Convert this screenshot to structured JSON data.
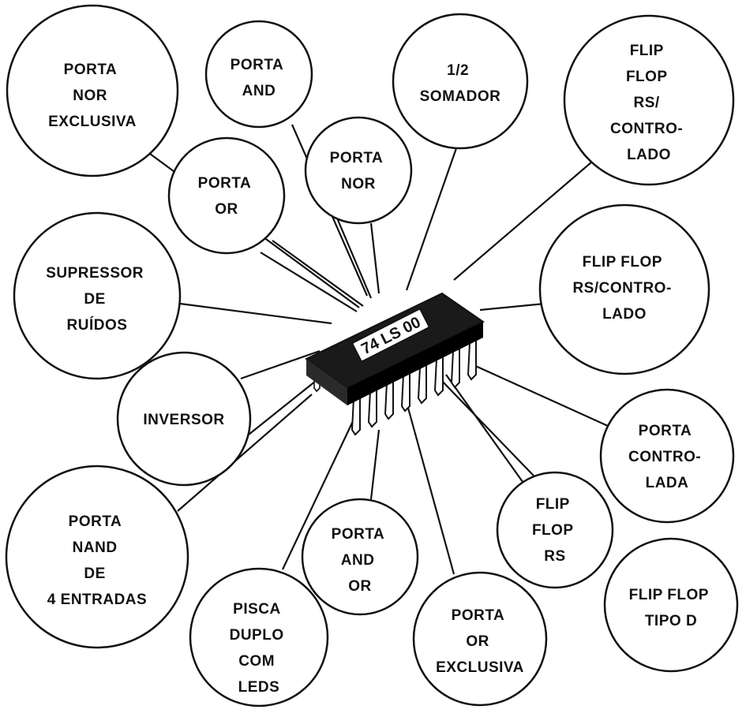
{
  "diagram": {
    "center_chip": {
      "label": "74 LS 00"
    },
    "nodes": [
      {
        "id": "porta-nor-exclusiva",
        "lines": [
          "PORTA",
          "NOR",
          "EXCLUSIVA"
        ]
      },
      {
        "id": "porta-and-top",
        "lines": [
          "PORTA",
          "AND"
        ]
      },
      {
        "id": "meio-somador",
        "lines": [
          "1/2",
          "SOMADOR"
        ]
      },
      {
        "id": "flip-flop-rs-controlado-top",
        "lines": [
          "FLIP",
          "FLOP",
          "RS/",
          "CONTRO-",
          "LADO"
        ]
      },
      {
        "id": "porta-or",
        "lines": [
          "PORTA",
          "OR"
        ]
      },
      {
        "id": "porta-nor",
        "lines": [
          "PORTA",
          "NOR"
        ]
      },
      {
        "id": "supressor-de-ruidos",
        "lines": [
          "SUPRESSOR",
          "DE",
          "RUÍDOS"
        ]
      },
      {
        "id": "flip-flop-rs-controlado",
        "lines": [
          "FLIP FLOP",
          "RS/CONTRO-",
          "LADO"
        ]
      },
      {
        "id": "inversor",
        "lines": [
          "INVERSOR"
        ]
      },
      {
        "id": "porta-controlada",
        "lines": [
          "PORTA",
          "CONTRO-",
          "LADA"
        ]
      },
      {
        "id": "porta-nand-4-entradas",
        "lines": [
          "PORTA",
          "NAND",
          "DE",
          "4 ENTRADAS"
        ]
      },
      {
        "id": "porta-and-or",
        "lines": [
          "PORTA",
          "AND",
          "OR"
        ]
      },
      {
        "id": "flip-flop-rs",
        "lines": [
          "FLIP",
          "FLOP",
          "RS"
        ]
      },
      {
        "id": "flip-flop-tipo-d",
        "lines": [
          "FLIP FLOP",
          "TIPO D"
        ]
      },
      {
        "id": "pisca-duplo-com-leds",
        "lines": [
          "PISCA",
          "DUPLO",
          "COM",
          "LEDS"
        ]
      },
      {
        "id": "porta-or-exclusiva",
        "lines": [
          "PORTA",
          "OR",
          "EXCLUSIVA"
        ]
      }
    ],
    "colors": {
      "ink": "#111111",
      "paper": "#ffffff"
    }
  }
}
